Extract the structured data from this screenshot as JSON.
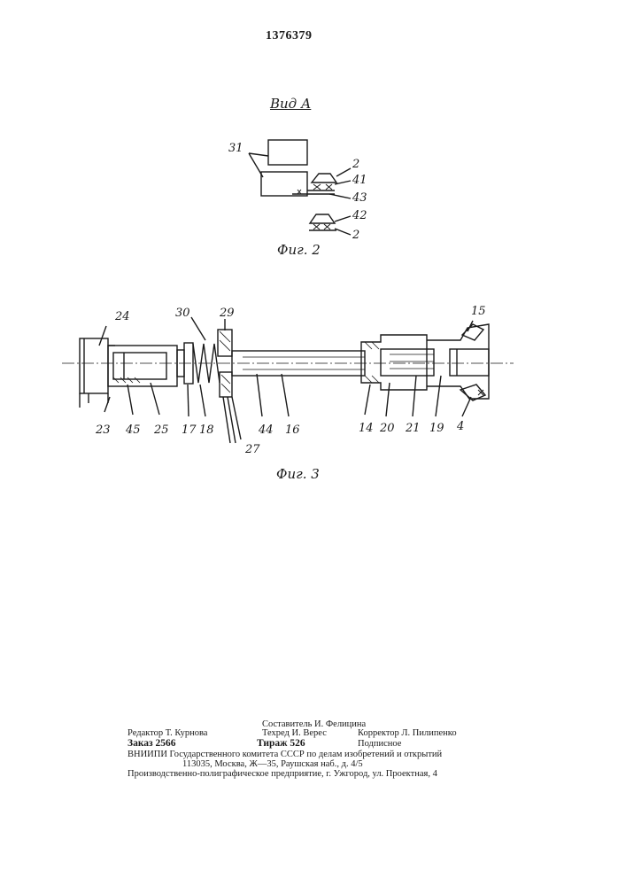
{
  "patent_number": "1376379",
  "fig2": {
    "view_title": "Вид А",
    "caption": "Фиг. 2",
    "labels": {
      "l31": "31",
      "l2a": "2",
      "l41": "41",
      "l43": "43",
      "l42": "42",
      "l2b": "2"
    }
  },
  "fig3": {
    "caption": "Фиг. 3",
    "labels": {
      "l24": "24",
      "l30": "30",
      "l29": "29",
      "l15": "15",
      "l23": "23",
      "l45": "45",
      "l25": "25",
      "l17": "17",
      "l18": "18",
      "l44": "44",
      "l16": "16",
      "l14": "14",
      "l20": "20",
      "l21": "21",
      "l19": "19",
      "l4": "4",
      "l27": "27"
    }
  },
  "imprint": {
    "compiler": "Составитель И. Фелицина",
    "editor": "Редактор Т. Курнова",
    "techred": "Техред И. Верес",
    "corrector": "Корректор Л. Пилипенко",
    "order": "Заказ 2566",
    "circulation": "Тираж 526",
    "subscription": "Подписное",
    "institute": "ВНИИПИ Государственного комитета СССР по делам изобретений и открытий",
    "address": "113035, Москва, Ж—35, Раушская наб., д. 4/5",
    "printer": "Производственно-полиграфическое предприятие, г. Ужгород, ул. Проектная, 4"
  }
}
